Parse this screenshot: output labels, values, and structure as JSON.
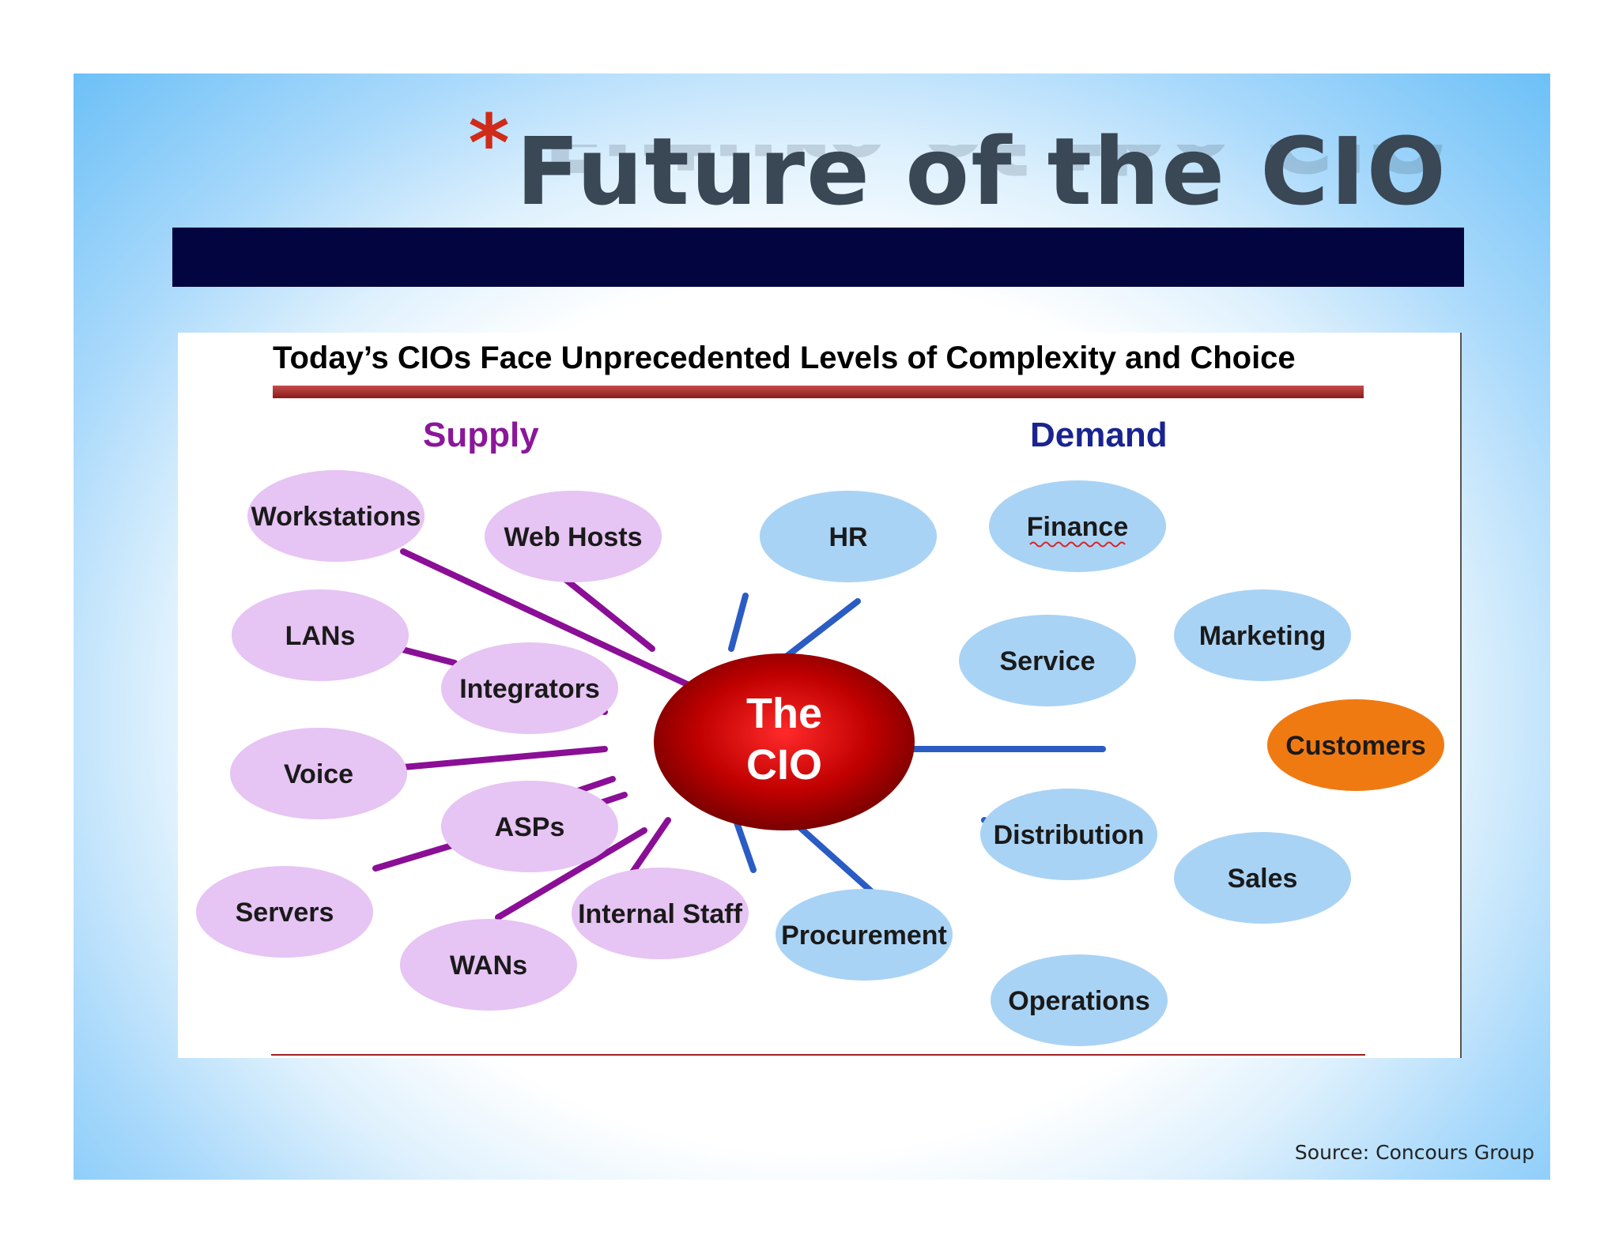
{
  "slide": {
    "title_star": "*",
    "title": "Future of the CIO",
    "source": "Source: Concours Group"
  },
  "panel": {
    "title": "Today’s CIOs Face Unprecedented Levels of Complexity and Choice",
    "supply_label": "Supply",
    "demand_label": "Demand"
  },
  "colors": {
    "supply_fill": "#e6c4f3",
    "supply_line": "#8a0f96",
    "demand_fill": "#a9d3f5",
    "demand_line": "#2a5cc4",
    "customers_fill": "#f07a12",
    "center_fill": "#b00000",
    "navy": "#02053f"
  },
  "center": {
    "label_line1": "The",
    "label_line2": "CIO"
  },
  "supply_nodes": [
    {
      "label": "Workstations"
    },
    {
      "label": "Web Hosts"
    },
    {
      "label": "LANs"
    },
    {
      "label": "Integrators"
    },
    {
      "label": "Voice"
    },
    {
      "label": "ASPs"
    },
    {
      "label": "Servers"
    },
    {
      "label": "WANs"
    },
    {
      "label": "Internal Staff"
    }
  ],
  "demand_nodes": [
    {
      "label": "HR"
    },
    {
      "label": "Finance"
    },
    {
      "label": "Service"
    },
    {
      "label": "Marketing"
    },
    {
      "label": "Customers"
    },
    {
      "label": "Distribution"
    },
    {
      "label": "Sales"
    },
    {
      "label": "Procurement"
    },
    {
      "label": "Operations"
    }
  ]
}
